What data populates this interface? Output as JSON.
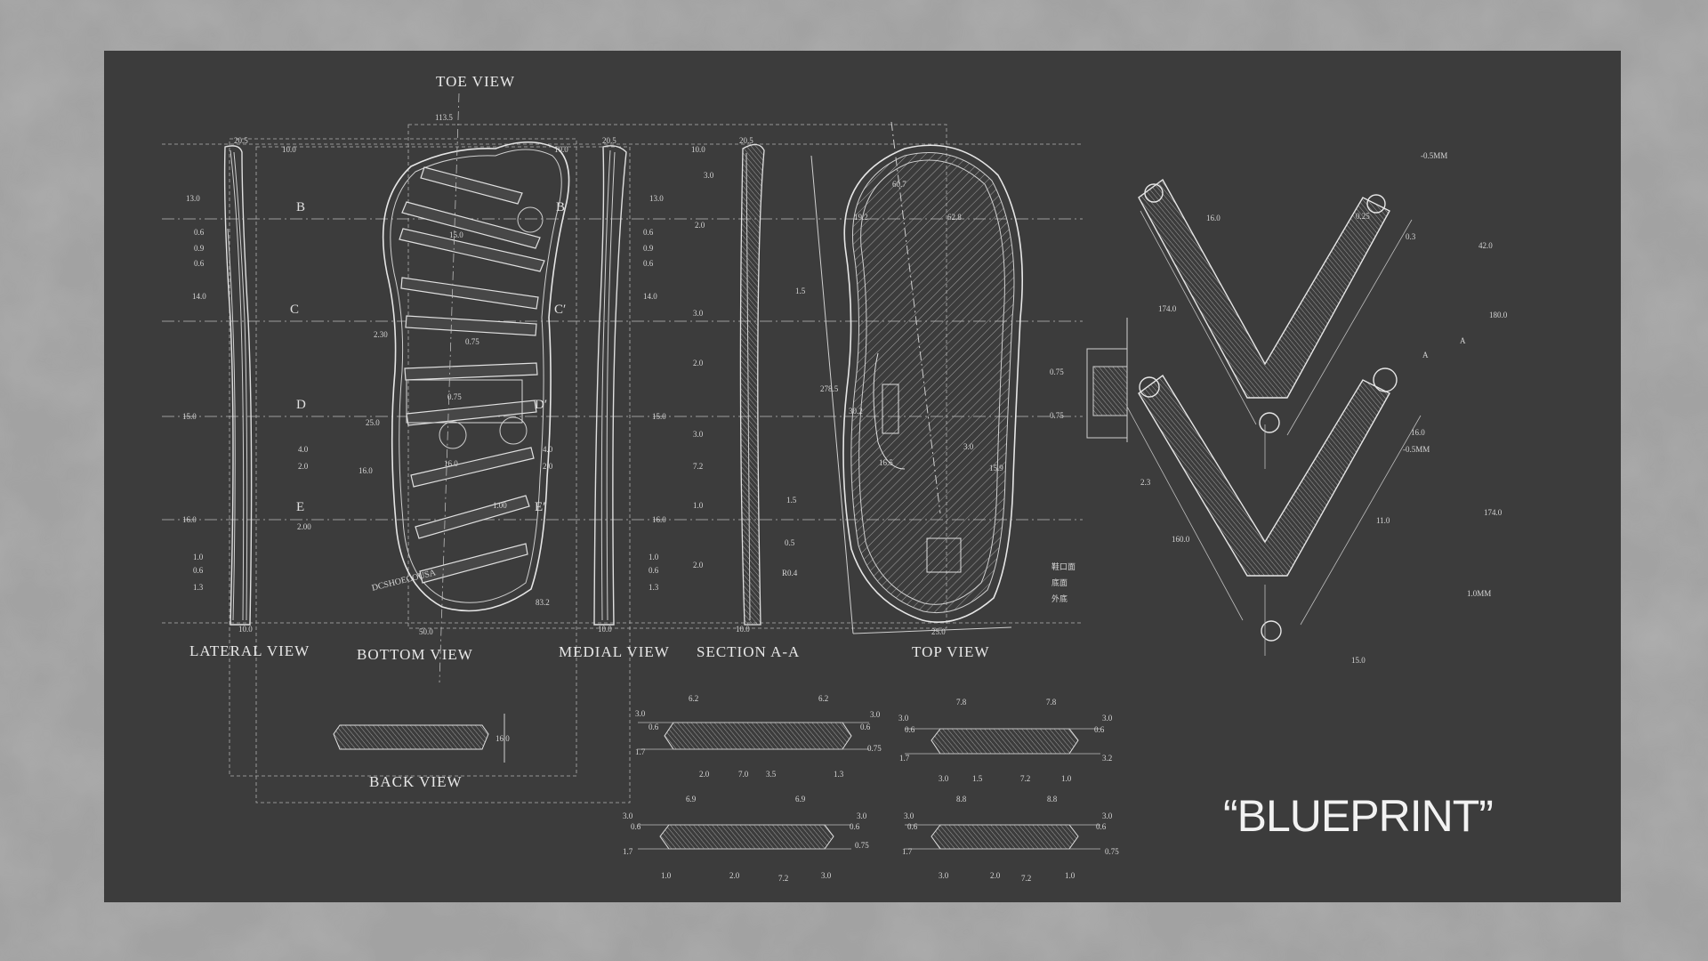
{
  "title": "“BLUEPRINT”",
  "views": {
    "toe": "TOE VIEW",
    "lateral": "LATERAL VIEW",
    "bottom": "BOTTOM VIEW",
    "medial": "MEDIAL VIEW",
    "section": "SECTION A-A",
    "top": "TOP VIEW",
    "back": "BACK VIEW"
  },
  "section_marks": {
    "b": "B",
    "c": "C",
    "d": "D",
    "e": "E",
    "b2": "B′",
    "c2": "C′",
    "d2": "D′",
    "e2": "E′"
  },
  "logo_text": "DCSHOECOUSA",
  "dims": {
    "d113": "113.5",
    "d20a": "20.5",
    "d10a": "10.0",
    "d13a": "13.0",
    "d06a": "0.6",
    "d09a": "0.9",
    "d06b": "0.6",
    "d14a": "14.0",
    "d15a": "15.0",
    "d40a": "4.0",
    "d20b": "2.0",
    "d16a": "16.0",
    "d10b": "1.0",
    "d06c": "0.6",
    "d13b": "1.3",
    "d10c": "10.0",
    "m20": "20.5",
    "m10": "10.0",
    "m13": "13.0",
    "m06": "0.6",
    "m09": "0.9",
    "m06b": "0.6",
    "m14": "14.0",
    "m15": "15.0",
    "m40": "4.0",
    "m20b": "2.0",
    "m16": "16.0",
    "m10b": "1.0",
    "m06c": "0.6",
    "m13b": "1.3",
    "m10c": "10.0",
    "b150": "15.0",
    "b230": "2.30",
    "b075": "0.75",
    "b075b": "0.75",
    "b250": "25.0",
    "b160": "16.0",
    "b160b": "16.0",
    "b100": "1.00",
    "b200": "2.00",
    "b832": "83.2",
    "b500": "50.0",
    "s100": "10.0",
    "s30a": "3.0",
    "s205": "20.5",
    "s20a": "2.0",
    "s15a": "1.5",
    "s30b": "3.0",
    "s20b": "2.0",
    "s30c": "3.0",
    "s72": "7.2",
    "s10a": "1.0",
    "s15b": "1.5",
    "s05": "0.5",
    "s20c": "2.0",
    "sr04": "R0.4",
    "s100b": "10.0",
    "t607": "60.7",
    "t192": "19.2",
    "t628": "62.8",
    "t2785": "278.5",
    "t302": "30.2",
    "t165": "16.5",
    "t30": "3.0",
    "t159": "15.9",
    "t250": "25.0",
    "t075": "0.75",
    "t075b": "0.75",
    "back16": "16.0",
    "c1_62a": "6.2",
    "c1_62b": "6.2",
    "c1_30a": "3.0",
    "c1_06": "0.6",
    "c1_17": "1.7",
    "c1_20": "2.0",
    "c1_70": "7.0",
    "c1_35": "3.5",
    "c1_13": "1.3",
    "c1_30b": "3.0",
    "c1_06b": "0.6",
    "c1_075": "0.75",
    "c2_78a": "7.8",
    "c2_78b": "7.8",
    "c2_30a": "3.0",
    "c2_06": "0.6",
    "c2_17": "1.7",
    "c2_30": "3.0",
    "c2_15": "1.5",
    "c2_72": "7.2",
    "c2_10": "1.0",
    "c2_30b": "3.0",
    "c2_06b": "0.6",
    "c2_32": "3.2",
    "c3_69a": "6.9",
    "c3_69b": "6.9",
    "c3_30a": "3.0",
    "c3_06": "0.6",
    "c3_17": "1.7",
    "c3_10": "1.0",
    "c3_20": "2.0",
    "c3_72": "7.2",
    "c3_30": "3.0",
    "c3_30b": "3.0",
    "c3_06b": "0.6",
    "c3_075": "0.75",
    "c4_88a": "8.8",
    "c4_88b": "8.8",
    "c4_30a": "3.0",
    "c4_06": "0.6",
    "c4_17": "1.7",
    "c4_30": "3.0",
    "c4_20": "2.0",
    "c4_72": "7.2",
    "c4_10": "1.0",
    "c4_30b": "3.0",
    "c4_06b": "0.6",
    "c4_075": "0.75",
    "v05mm": "-0.5MM",
    "v025": "0.25",
    "v03": "0.3",
    "v160a": "16.0",
    "v1740a": "174.0",
    "v420": "42.0",
    "v1800": "180.0",
    "v160b": "16.0",
    "v05mm2": "-0.5MM",
    "v23": "2.3",
    "v1600": "160.0",
    "v110": "11.0",
    "v1740b": "174.0",
    "v10mm": "1.0MM",
    "v150": "15.0",
    "vA": "A",
    "vA2": "A"
  },
  "cjk_labels": {
    "l1": "鞋口面",
    "l2": "底面",
    "l3": "外底"
  }
}
